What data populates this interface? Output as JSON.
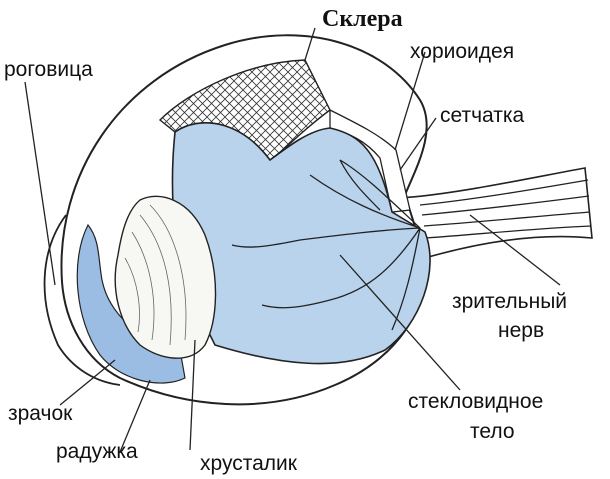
{
  "title": "Склера",
  "labels": {
    "cornea": "роговица",
    "choroid": "хориоидея",
    "retina": "сетчатка",
    "optic_nerve_1": "зрительный",
    "optic_nerve_2": "нерв",
    "vitreous_1": "стекловидное",
    "vitreous_2": "тело",
    "pupil": "зрачок",
    "iris": "радужка",
    "lens": "хрусталик"
  },
  "colors": {
    "vitreous": "#b9d3ec",
    "iris": "#9cbde3",
    "outline": "#222222",
    "background": "#ffffff"
  }
}
